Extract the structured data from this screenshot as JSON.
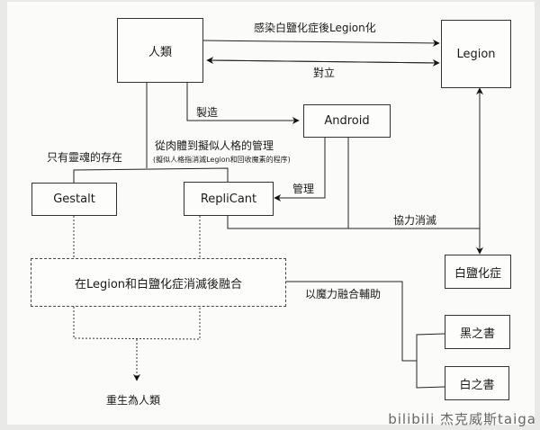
{
  "nodes": {
    "humans": "人類",
    "legion": "Legion",
    "android": "Android",
    "gestalt": "Gestalt",
    "replicant": "RepliCant",
    "fusion": "在Legion和白鹽化症消滅後融合",
    "white_chlorination": "白鹽化症",
    "black_book": "黑之書",
    "white_book": "白之書"
  },
  "labels": {
    "infect": "感染白鹽化症後Legion化",
    "oppose": "對立",
    "make": "製造",
    "soul_only": "只有靈魂的存在",
    "flesh_to_replica": "從肉體到擬似人格的管理",
    "replica_note": "(擬似人格指消滅Legion和回收魔素的程序)",
    "manage": "管理",
    "cooperate": "協力消滅",
    "magic_assist": "以魔力融合輔助",
    "reborn": "重生為人類"
  },
  "watermark": "bilibili 杰克威斯taiga"
}
